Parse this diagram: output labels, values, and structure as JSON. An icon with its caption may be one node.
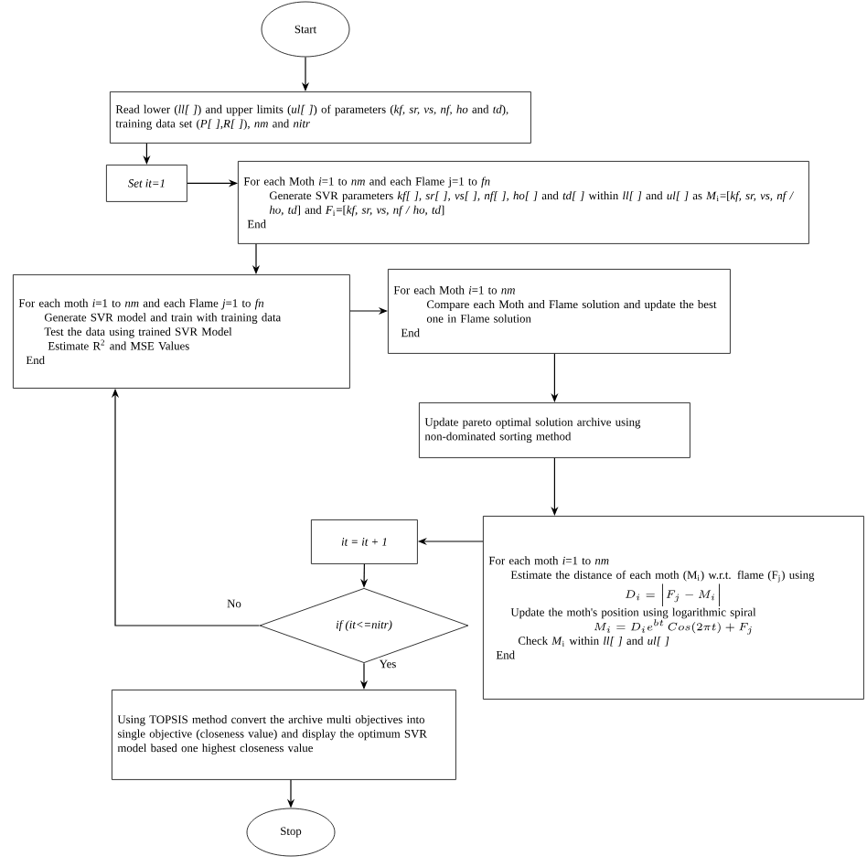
{
  "diagram": {
    "nodes": [
      {
        "text": [
          "Start"
        ]
      },
      {
        "text": [
          "Read lower (*ll[ ]*) and upper limits (*ul[ ]*) of parameters (*kf, sr, vs, nf, ho* and *td*), training data set (*P[ ]*,*R[ ]*), *nm* and *nitr*"
        ]
      },
      {
        "text": [
          "Set it=1"
        ]
      },
      {
        "text": [
          "For each Moth *i*=1 to *nm* and each Flame j=1 to *fn*",
          "Generate SVR parameters *kf[ ], sr[ ], vs[ ], nf[ ], ho[ ]* and *td[ ]* within *ll[ ]* and *ul[ ]* as *M*$_{i}$=[*kf, sr, vs, nf / ho, td*] and *F*$_{i}$=[*kf, sr, vs, nf / ho, td*]",
          "End"
        ]
      },
      {
        "text": [
          "For each moth *i*=1 to *nm* and each Flame *j*=1 to *fn*",
          "Generate SVR model and train with training data",
          "Test the data using trained SVR Model",
          "Estimate R$^{2}$ and MSE Values",
          "End"
        ]
      },
      {
        "text": [
          "For each Moth *i*=1 to *nm*",
          "Compare each Moth and Flame solution and update the best one in Flame solution",
          "End"
        ]
      },
      {
        "text": [
          "Update pareto optimal solution archive using non-dominated sorting method"
        ]
      },
      {
        "text": [
          "For each moth *i*=1 to *nm*",
          "Estimate the distance of each moth (M$_{i}$) w.r.t. flame (F$_{j}$) using",
          "D_i = \\left|F_j - M_i\\right|",
          "Update the moth's position using logarithmic spiral",
          "M_i = D_i e^{bt}\\,Cos(2\\pi t) + F_j",
          "Check *M*$_{i}$ within *ll[ ]* and *ul[ ]*",
          "End"
        ]
      },
      {
        "text": [
          "it = it + 1"
        ]
      },
      {
        "text": [
          "if (it<=nitr)"
        ]
      },
      {
        "text": [
          "Using TOPSIS method convert the archive multi objectives into single objective (closeness value) and display the optimum SVR model based one highest closeness value"
        ]
      },
      {
        "text": [
          "Stop"
        ]
      }
    ],
    "edges": [
      {
        "from": 0,
        "to": 1,
        "arrow": "to"
      },
      {
        "from": 1,
        "to": 2,
        "arrow": "to"
      },
      {
        "from": 2,
        "to": 3,
        "arrow": "to"
      },
      {
        "from": 3,
        "to": 4,
        "arrow": "to"
      },
      {
        "from": 4,
        "to": 5,
        "arrow": "to"
      },
      {
        "from": 5,
        "to": 6,
        "arrow": "to"
      },
      {
        "from": 6,
        "to": 7,
        "arrow": "to"
      },
      {
        "from": 7,
        "to": 8,
        "arrow": "to"
      },
      {
        "from": 8,
        "to": 9,
        "arrow": "to"
      },
      {
        "from": 9,
        "to": 4,
        "arrow": "to",
        "label": "No"
      },
      {
        "from": 9,
        "to": 10,
        "arrow": "to",
        "label": "Yes"
      },
      {
        "from": 10,
        "to": 11,
        "arrow": "to"
      }
    ]
  }
}
